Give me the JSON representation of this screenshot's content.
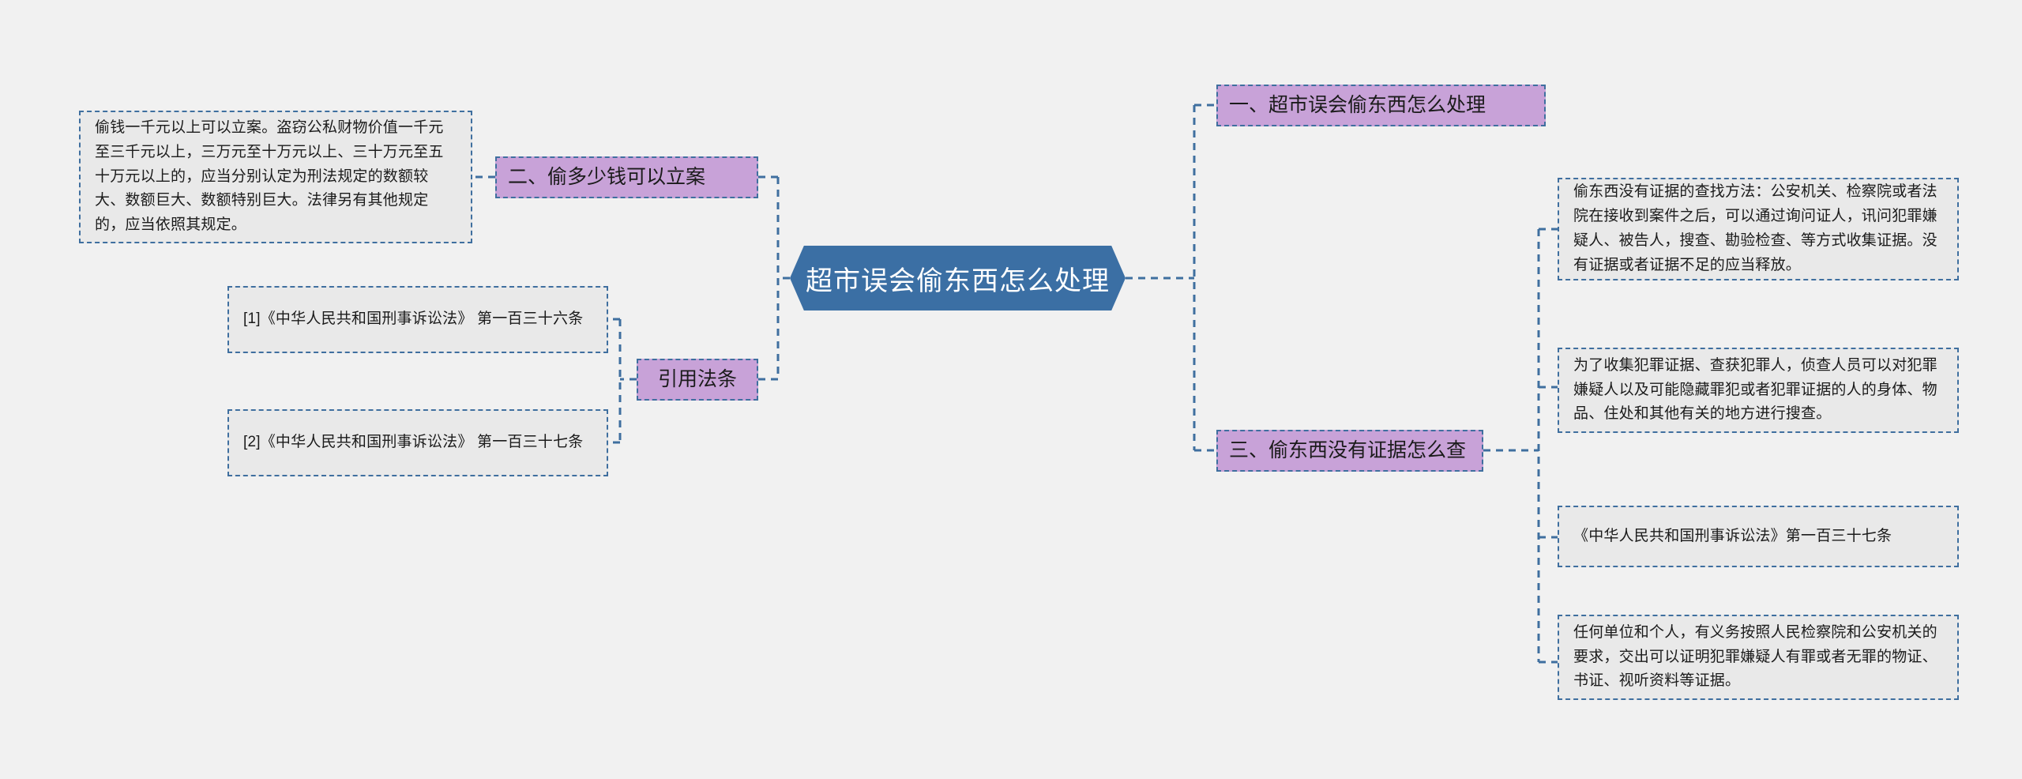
{
  "diagram": {
    "type": "mind-map",
    "background_color": "#f1f1f1",
    "root": {
      "label": "超市误会偷东西怎么处理",
      "fill_color": "#3b6fa4",
      "text_color": "#ffffff"
    },
    "branch_color": "#c8a2d8",
    "leaf_color": "#e9e9e9",
    "connector_color": "#3f6f9f",
    "left_branches": [
      {
        "label": "二、偷多少钱可以立案",
        "children": [
          {
            "text": "偷钱一千元以上可以立案。盗窃公私财物价值一千元至三千元以上，三万元至十万元以上、三十万元至五十万元以上的，应当分别认定为刑法规定的数额较大、数额巨大、数额特别巨大。法律另有其他规定的，应当依照其规定。"
          }
        ]
      },
      {
        "label": "引用法条",
        "children": [
          {
            "text": "[1]《中华人民共和国刑事诉讼法》 第一百三十六条"
          },
          {
            "text": "[2]《中华人民共和国刑事诉讼法》 第一百三十七条"
          }
        ]
      }
    ],
    "right_branches": [
      {
        "label": "一、超市误会偷东西怎么处理",
        "children": []
      },
      {
        "label": "三、偷东西没有证据怎么查",
        "children": [
          {
            "text": "偷东西没有证据的查找方法：公安机关、检察院或者法院在接收到案件之后，可以通过询问证人，讯问犯罪嫌疑人、被告人，搜查、勘验检查、等方式收集证据。没有证据或者证据不足的应当释放。"
          },
          {
            "text": "为了收集犯罪证据、查获犯罪人，侦查人员可以对犯罪嫌疑人以及可能隐藏罪犯或者犯罪证据的人的身体、物品、住处和其他有关的地方进行搜查。"
          },
          {
            "text": "《中华人民共和国刑事诉讼法》第一百三十七条"
          },
          {
            "text": "任何单位和个人，有义务按照人民检察院和公安机关的要求，交出可以证明犯罪嫌疑人有罪或者无罪的物证、书证、视听资料等证据。"
          }
        ]
      }
    ]
  }
}
